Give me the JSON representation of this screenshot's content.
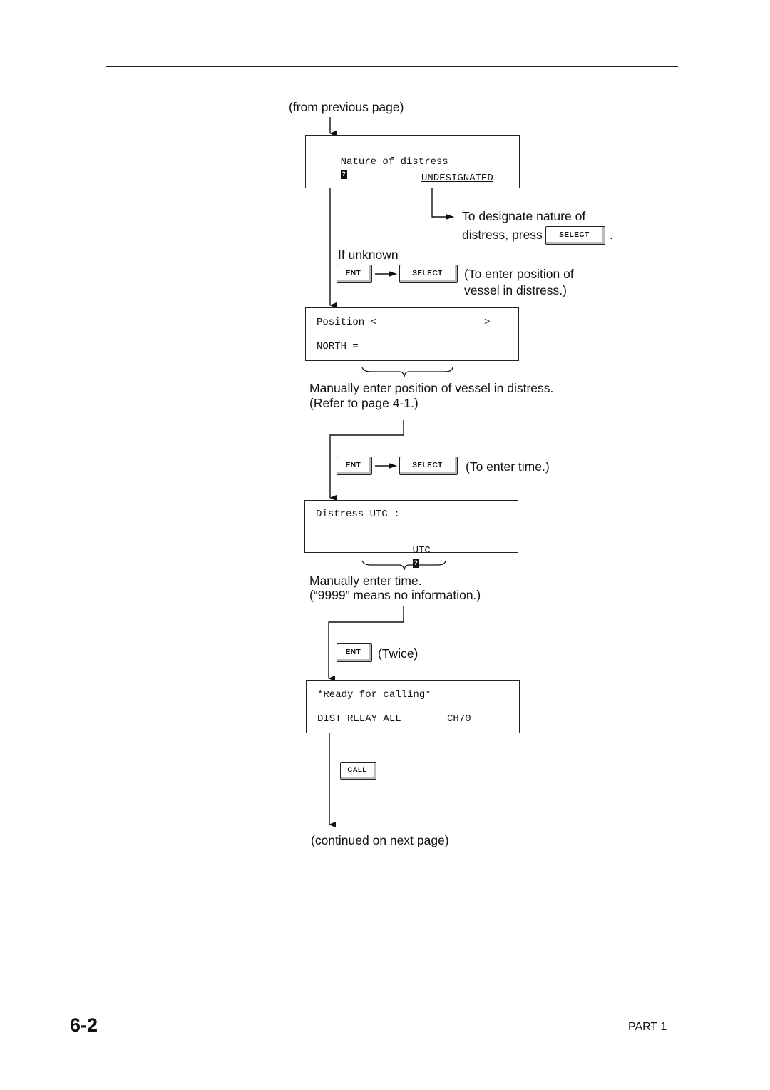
{
  "flow": {
    "from_previous": "(from previous page)",
    "continued": "(continued on next page)"
  },
  "screen1": {
    "line1": "Nature of distress",
    "cursor": "?",
    "line2": "UNDESIGNATED"
  },
  "notes": {
    "designate_1": "To designate nature of",
    "designate_2": "distress, press",
    "designate_period": ".",
    "if_unknown": "If unknown",
    "enter_position_1": "(To enter position of",
    "enter_position_2": "vessel in distress.)",
    "manual_pos_1": "Manually enter position of vessel in distress.",
    "manual_pos_2": "(Refer to page 4-1.)",
    "enter_time": "(To enter time.)",
    "manual_time_1": "Manually enter time.",
    "manual_time_2": "(“9999” means no information.)",
    "twice": "(Twice)"
  },
  "screen2": {
    "line1_left": "Position <",
    "line1_right": ">",
    "line2": "NORTH ="
  },
  "screen3": {
    "line1": "Distress UTC :",
    "line2": "UTC",
    "cursor": "?"
  },
  "screen4": {
    "line1": "*Ready for calling*",
    "line2_left": "DIST RELAY ALL",
    "line2_right": "CH70"
  },
  "keys": {
    "select": "SELECT",
    "ent": "ENT",
    "call": "CALL"
  },
  "footer": {
    "page_number": "6-2",
    "part": "PART 1"
  }
}
